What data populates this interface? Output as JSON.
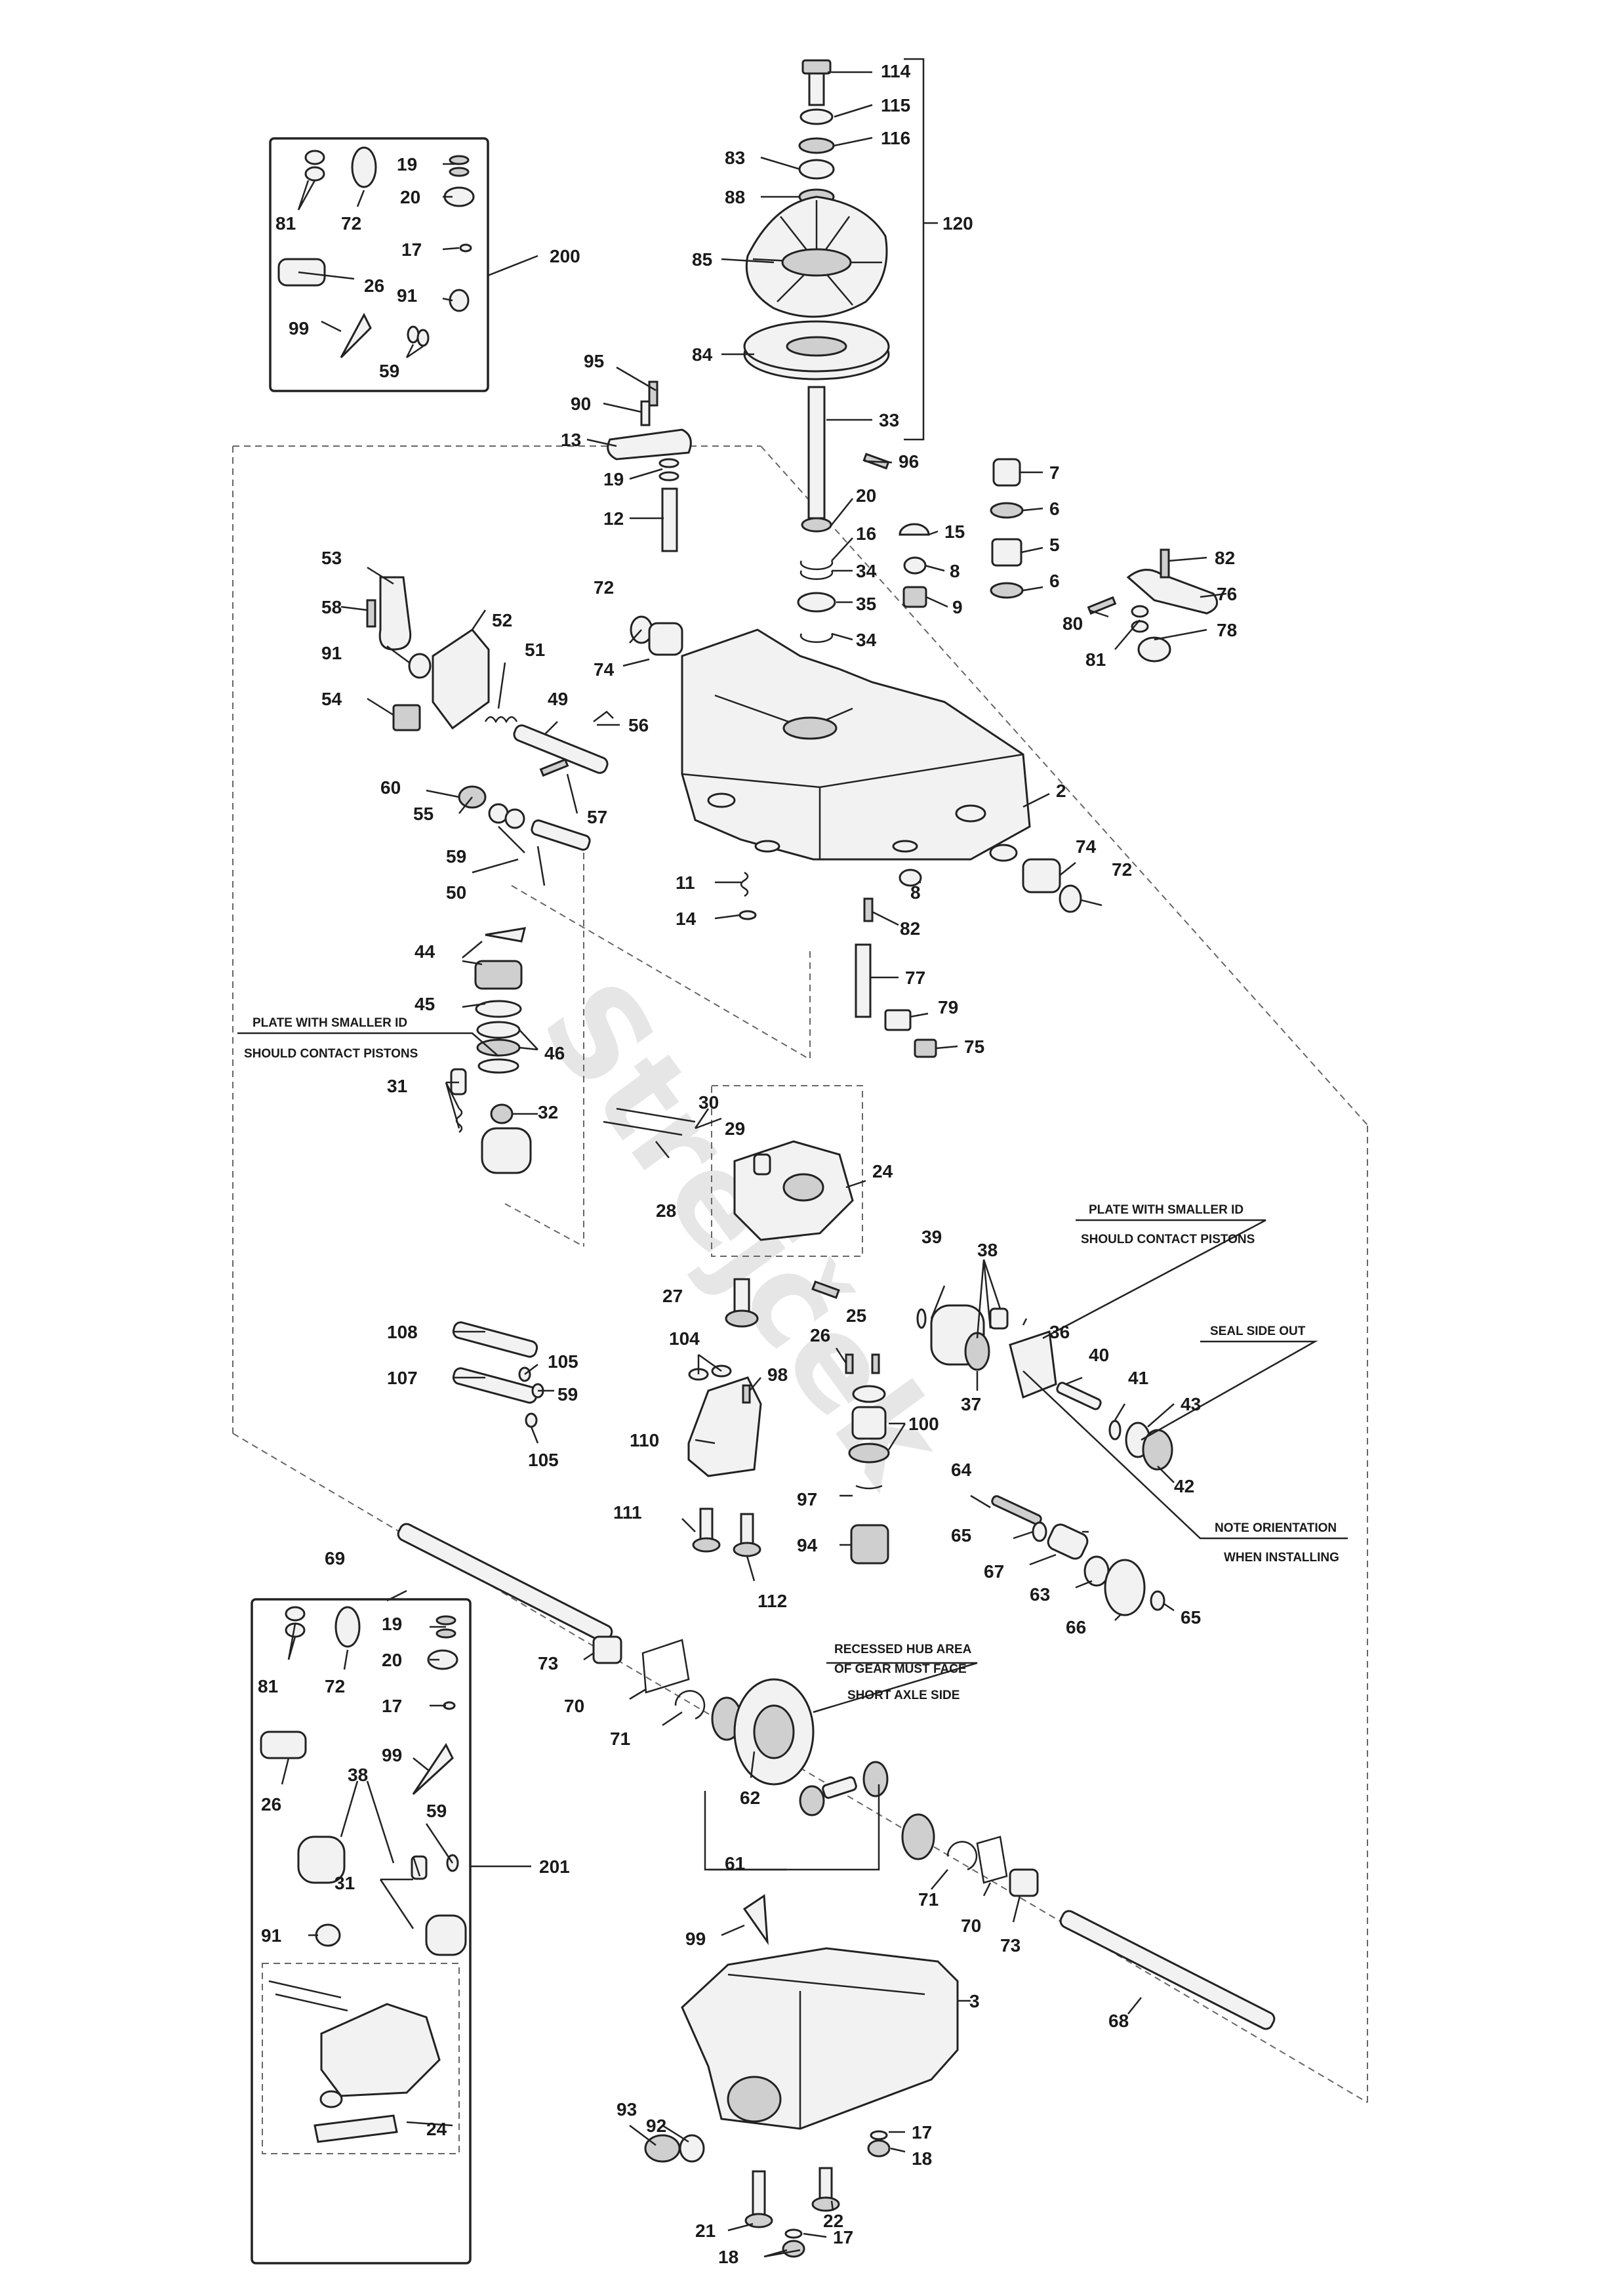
{
  "watermark": "Strejček",
  "notes": {
    "plate_line1": "PLATE WITH SMALLER ID",
    "plate_line2": "SHOULD CONTACT PISTONS",
    "seal": "SEAL SIDE OUT",
    "orientation_line1": "NOTE ORIENTATION",
    "orientation_line2": "WHEN INSTALLING",
    "hub_line1": "RECESSED HUB AREA",
    "hub_line2": "OF GEAR MUST FACE",
    "hub_line3": "SHORT AXLE SIDE"
  },
  "labels": {
    "l114": "114",
    "l115": "115",
    "l116": "116",
    "l83": "83",
    "l88": "88",
    "l120": "120",
    "l85": "85",
    "l84": "84",
    "l33": "33",
    "l95": "95",
    "l90": "90",
    "l13": "13",
    "l19a": "19",
    "l12": "12",
    "l96": "96",
    "l20": "20",
    "l16": "16",
    "l34a": "34",
    "l35": "35",
    "l34b": "34",
    "l15": "15",
    "l8a": "8",
    "l9": "9",
    "l7": "7",
    "l6a": "6",
    "l5": "5",
    "l6b": "6",
    "l82a": "82",
    "l76": "76",
    "l80": "80",
    "l81a": "81",
    "l78": "78",
    "l53": "53",
    "l58": "58",
    "l72a": "72",
    "l52": "52",
    "l91a": "91",
    "l51": "51",
    "l74a": "74",
    "l54": "54",
    "l49": "49",
    "l56": "56",
    "l60": "60",
    "l55": "55",
    "l57": "57",
    "l59a": "59",
    "l50": "50",
    "l2": "2",
    "l74b": "74",
    "l72b": "72",
    "l11": "11",
    "l8b": "8",
    "l14": "14",
    "l82b": "82",
    "l44": "44",
    "l45": "45",
    "l77": "77",
    "l79": "79",
    "l75": "75",
    "l46": "46",
    "l31a": "31",
    "l32": "32",
    "l30": "30",
    "l29": "29",
    "l24a": "24",
    "l28": "28",
    "l39": "39",
    "l38a": "38",
    "l27": "27",
    "l25": "25",
    "l36": "36",
    "l40": "40",
    "l41": "41",
    "l43": "43",
    "l42": "42",
    "l37": "37",
    "l108": "108",
    "l105a": "105",
    "l107": "107",
    "l59b": "59",
    "l105b": "105",
    "l104": "104",
    "l26a": "26",
    "l98": "98",
    "l100": "100",
    "l110": "110",
    "l97": "97",
    "l64": "64",
    "l65a": "65",
    "l67": "67",
    "l63": "63",
    "l66": "66",
    "l65b": "65",
    "l111": "111",
    "l94": "94",
    "l112": "112",
    "l69": "69",
    "l73a": "73",
    "l70a": "70",
    "l71a": "71",
    "l62": "62",
    "l61": "61",
    "l71b": "71",
    "l70b": "70",
    "l73b": "73",
    "l68": "68",
    "l99a": "99",
    "l3": "3",
    "l93": "93",
    "l92": "92",
    "l17a": "17",
    "l18a": "18",
    "l21": "21",
    "l22": "22",
    "l17b": "17",
    "l18b": "18",
    "k1_19": "19",
    "k1_81": "81",
    "k1_72": "72",
    "k1_20": "20",
    "k1_17": "17",
    "k1_26": "26",
    "k1_91": "91",
    "k1_99": "99",
    "k1_59": "59",
    "k1_200": "200",
    "k2_19": "19",
    "k2_81": "81",
    "k2_72": "72",
    "k2_20": "20",
    "k2_17": "17",
    "k2_99": "99",
    "k2_26": "26",
    "k2_38": "38",
    "k2_59": "59",
    "k2_201": "201",
    "k2_31": "31",
    "k2_91": "91",
    "k2_24": "24"
  }
}
